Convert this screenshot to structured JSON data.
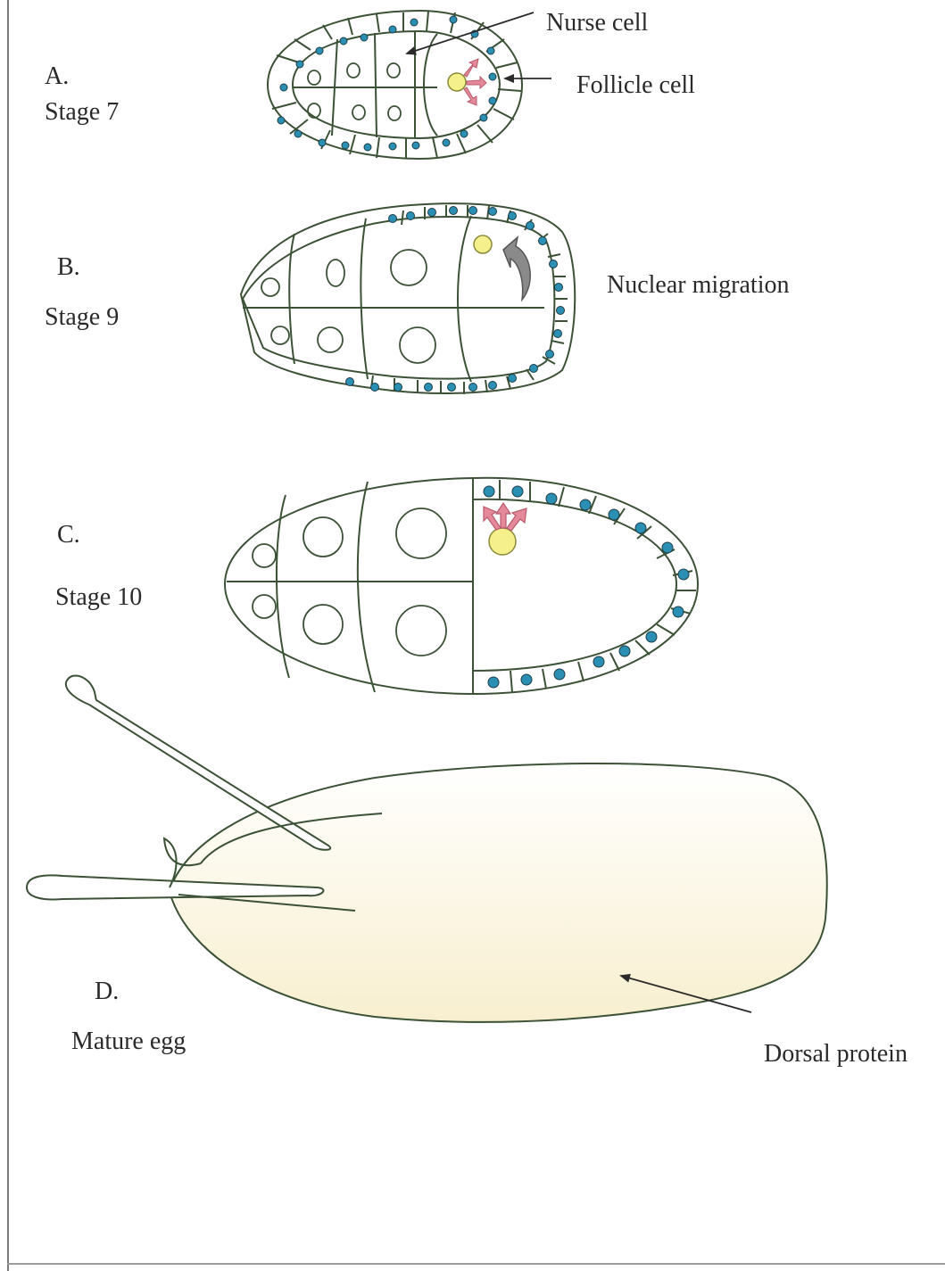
{
  "panels": {
    "a": {
      "letter": "A.",
      "stage": "Stage 7"
    },
    "b": {
      "letter": "B.",
      "stage": "Stage 9",
      "annotation": "Nuclear migration"
    },
    "c": {
      "letter": "C.",
      "stage": "Stage 10"
    },
    "d": {
      "letter": "D.",
      "stage": "Mature egg",
      "annotation": "Dorsal protein"
    }
  },
  "callouts": {
    "nurse_cell": "Nurse cell",
    "follicle_cell": "Follicle cell"
  },
  "colors": {
    "outline": "#3b5236",
    "follicle_nucleus": "#2a8fb3",
    "oocyte_nucleus": "#f6f08c",
    "signal_arrow": "#e3899a",
    "migration_arrow": "#8a8a8a",
    "egg_fill_top": "#ffffff",
    "egg_fill_bottom": "#f8f0d2"
  }
}
